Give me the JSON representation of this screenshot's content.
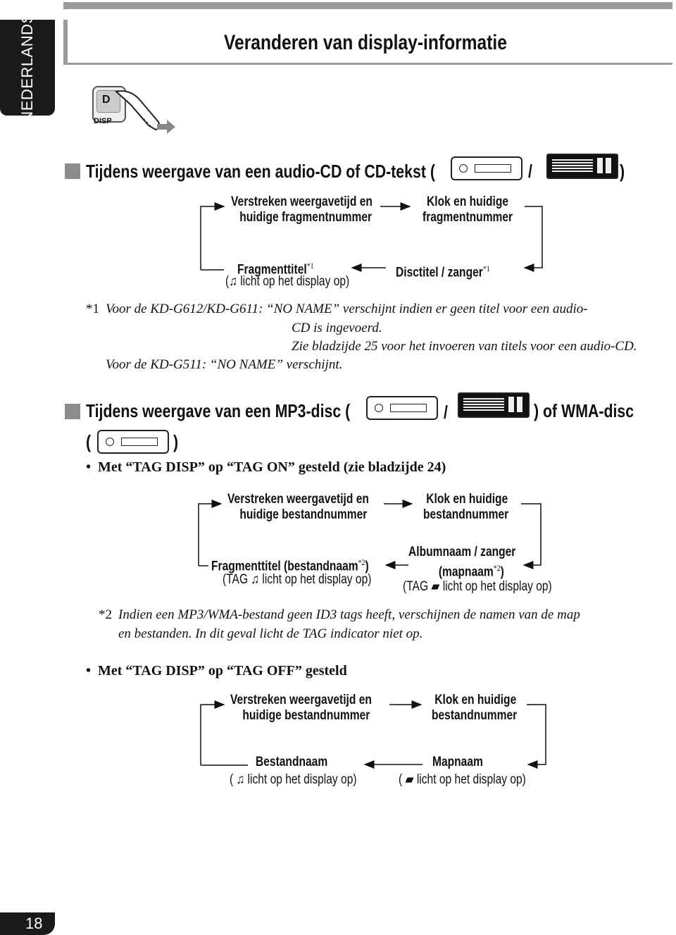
{
  "side_tab": "NEDERLANDS",
  "page_title": "Veranderen van display-informatie",
  "button": {
    "key_label": "D",
    "key_sub": "DISP"
  },
  "section1": {
    "heading": "Tijdens weergave van een audio-CD of CD-tekst (",
    "slash": "/",
    "close": ")",
    "flow": {
      "top_left": [
        "Verstreken weergavetijd en",
        "huidige fragmentnummer"
      ],
      "top_right": [
        "Klok en huidige",
        "fragmentnummer"
      ],
      "bottom_left": "Fragmenttitel",
      "bottom_left_mark": "*1",
      "bottom_left_sub": "licht op het display op)",
      "bottom_left_sub_open": "(",
      "bottom_right": "Disctitel / zanger",
      "bottom_right_mark": "*1"
    },
    "footnote": {
      "mark": "*1",
      "line1": "Voor de KD-G612/KD-G611:  “NO NAME” verschijnt indien er geen titel voor een audio-",
      "line2": "CD is ingevoerd.",
      "line3": "Zie bladzijde 25 voor het invoeren van titels voor een audio-CD.",
      "line4": "Voor de KD-G511:  “NO NAME” verschijnt."
    }
  },
  "section2": {
    "heading": "Tijdens weergave van een MP3-disc (",
    "slash": "/",
    "close": ") of WMA-disc",
    "open2": "(",
    "close2": ")",
    "bullet1": "Met “TAG DISP” op “TAG ON” gesteld (zie bladzijde 24)",
    "flow1": {
      "top_left": [
        "Verstreken weergavetijd en",
        "huidige bestandnummer"
      ],
      "top_right": [
        "Klok en huidige",
        "bestandnummer"
      ],
      "bottom_left": "Fragmenttitel (bestandnaam",
      "bottom_left_mark": "*2",
      "bottom_left_close": ")",
      "bottom_left_sub_open": "(TAG",
      "bottom_left_sub": "licht op het display op)",
      "bottom_right_1": "Albumnaam / zanger",
      "bottom_right_2": "(mapnaam",
      "bottom_right_mark": "*2",
      "bottom_right_close": ")",
      "bottom_right_sub_open": "(TAG",
      "bottom_right_sub": "licht op het display op)"
    },
    "footnote": {
      "mark": "*2",
      "line1": "Indien een MP3/WMA-bestand geen ID3 tags heeft, verschijnen de namen van de map",
      "line2": "en bestanden. In dit geval licht de TAG indicator niet op."
    },
    "bullet2": "Met “TAG DISP” op “TAG OFF” gesteld",
    "flow2": {
      "top_left": [
        "Verstreken weergavetijd en",
        "huidige bestandnummer"
      ],
      "top_right": [
        "Klok en huidige",
        "bestandnummer"
      ],
      "bottom_left": "Bestandnaam",
      "bottom_left_sub_open": "(",
      "bottom_left_sub": "licht op het display op)",
      "bottom_right": "Mapnaam",
      "bottom_right_sub_open": "(",
      "bottom_right_sub": "licht op het display op)"
    }
  },
  "page_number": "18",
  "icons": {
    "note": "music-note-icon",
    "folder": "folder-icon",
    "finger": "finger-press-icon"
  },
  "colors": {
    "tab_bg": "#1a1a1a",
    "accent_gray": "#8c8c8c"
  }
}
